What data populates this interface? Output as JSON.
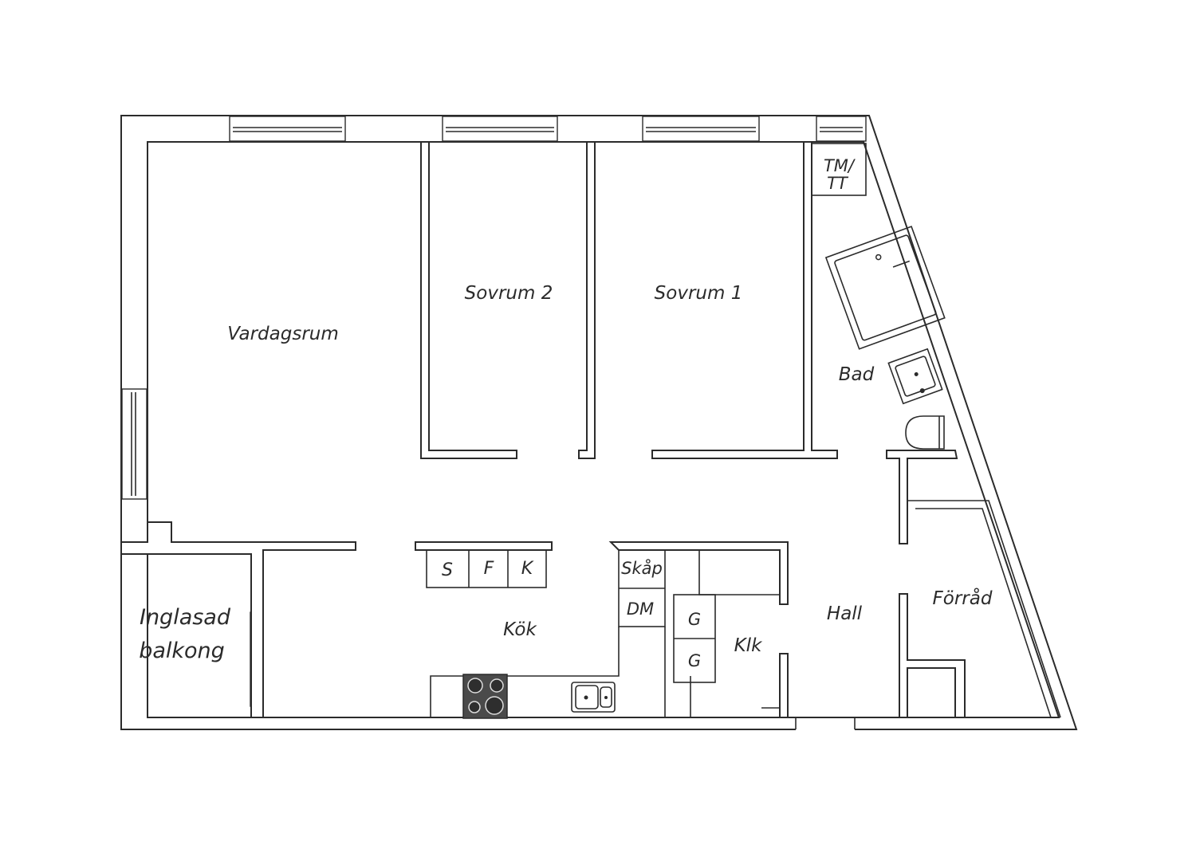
{
  "rooms": {
    "vardagsrum": "Vardagsrum",
    "sovrum2": "Sovrum 2",
    "sovrum1": "Sovrum 1",
    "bad": "Bad",
    "tmtt_line1": "TM/",
    "tmtt_line2": "TT",
    "inglasad_line1": "Inglasad",
    "inglasad_line2": "balkong",
    "kok": "Kök",
    "klk": "Klk",
    "hall": "Hall",
    "forrad": "Förråd"
  },
  "fixtures": {
    "s": "S",
    "f": "F",
    "k": "K",
    "skap": "Skåp",
    "dm": "DM",
    "g1": "G",
    "g2": "G"
  }
}
